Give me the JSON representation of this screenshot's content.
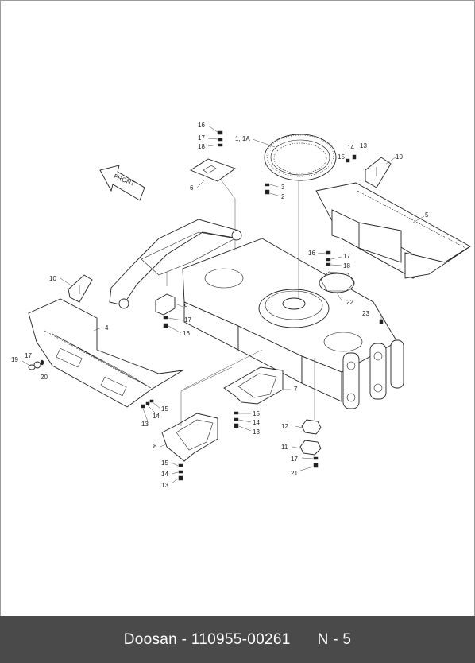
{
  "footer": {
    "brand": "Doosan",
    "separator": "-",
    "part_number": "110955-00261",
    "page_code": "N - 5"
  },
  "diagram": {
    "front_label": "FRONT",
    "callouts": [
      {
        "id": "c16a",
        "text": "16"
      },
      {
        "id": "c17a",
        "text": "17"
      },
      {
        "id": "c18a",
        "text": "18"
      },
      {
        "id": "c1",
        "text": "1, 1A"
      },
      {
        "id": "c14a",
        "text": "14"
      },
      {
        "id": "c13a",
        "text": "13"
      },
      {
        "id": "c15a",
        "text": "15"
      },
      {
        "id": "c10a",
        "text": "10"
      },
      {
        "id": "c6",
        "text": "6"
      },
      {
        "id": "c3",
        "text": "3"
      },
      {
        "id": "c2",
        "text": "2"
      },
      {
        "id": "c5",
        "text": "5"
      },
      {
        "id": "c16b",
        "text": "16"
      },
      {
        "id": "c17b",
        "text": "17"
      },
      {
        "id": "c18b",
        "text": "18"
      },
      {
        "id": "c10b",
        "text": "10"
      },
      {
        "id": "c9",
        "text": "9"
      },
      {
        "id": "c17c",
        "text": "17"
      },
      {
        "id": "c16c",
        "text": "16"
      },
      {
        "id": "c22",
        "text": "22"
      },
      {
        "id": "c23",
        "text": "23"
      },
      {
        "id": "c4",
        "text": "4"
      },
      {
        "id": "c19",
        "text": "19"
      },
      {
        "id": "c17d",
        "text": "17"
      },
      {
        "id": "c20",
        "text": "20"
      },
      {
        "id": "c7",
        "text": "7"
      },
      {
        "id": "c15b",
        "text": "15"
      },
      {
        "id": "c14b",
        "text": "14"
      },
      {
        "id": "c13b",
        "text": "13"
      },
      {
        "id": "c15c",
        "text": "15"
      },
      {
        "id": "c14c",
        "text": "14"
      },
      {
        "id": "c13c",
        "text": "13"
      },
      {
        "id": "c12",
        "text": "12"
      },
      {
        "id": "c11",
        "text": "11"
      },
      {
        "id": "c17e",
        "text": "17"
      },
      {
        "id": "c21",
        "text": "21"
      },
      {
        "id": "c8",
        "text": "8"
      },
      {
        "id": "c15d",
        "text": "15"
      },
      {
        "id": "c14d",
        "text": "14"
      },
      {
        "id": "c13d",
        "text": "13"
      }
    ]
  }
}
